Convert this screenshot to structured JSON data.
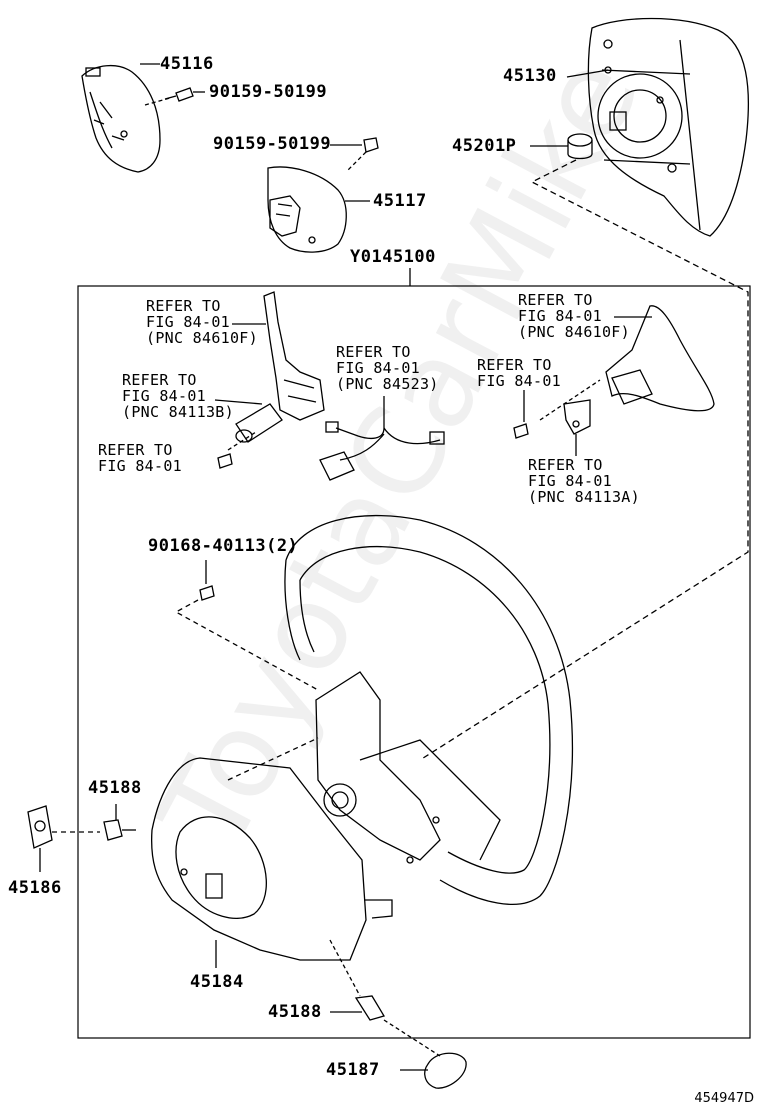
{
  "watermark": "ToyotaCarMike",
  "diagram_code": "454947D",
  "assembly_label": "Y0145100",
  "parts": {
    "p45116": "45116",
    "p90159_a": "90159-50199",
    "p90159_b": "90159-50199",
    "p45117": "45117",
    "p45130": "45130",
    "p45201P": "45201P",
    "p90168": "90168-40113(2)",
    "p45188_a": "45188",
    "p45186": "45186",
    "p45184": "45184",
    "p45188_b": "45188",
    "p45187": "45187"
  },
  "refs": {
    "r1": [
      "REFER TO",
      "FIG 84-01",
      "(PNC 84610F)"
    ],
    "r2": [
      "REFER TO",
      "FIG 84-01",
      "(PNC 84523)"
    ],
    "r3": [
      "REFER TO",
      "FIG 84-01",
      "(PNC 84113B)"
    ],
    "r4": [
      "REFER TO",
      "FIG 84-01"
    ],
    "r5": [
      "REFER TO",
      "FIG 84-01",
      "(PNC 84610F)"
    ],
    "r6": [
      "REFER TO",
      "FIG 84-01"
    ],
    "r7": [
      "REFER TO",
      "FIG 84-01",
      "(PNC 84113A)"
    ]
  }
}
